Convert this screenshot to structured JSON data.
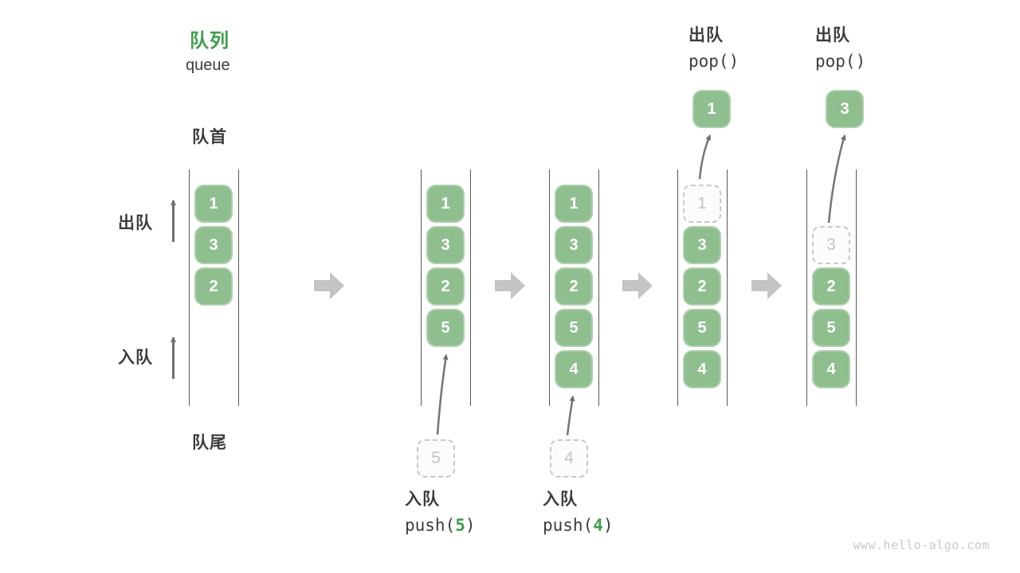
{
  "title": {
    "zh": "队列",
    "en": "queue"
  },
  "side_labels": {
    "front": "队首",
    "dequeue": "出队",
    "enqueue": "入队",
    "rear": "队尾"
  },
  "queue_states": [
    {
      "cells": [
        {
          "value": "1"
        },
        {
          "value": "3"
        },
        {
          "value": "2"
        }
      ]
    },
    {
      "cells": [
        {
          "value": "1"
        },
        {
          "value": "3"
        },
        {
          "value": "2"
        },
        {
          "value": "5"
        }
      ],
      "incoming": {
        "value": "5"
      },
      "op": {
        "label": "入队",
        "fn": "push(",
        "arg": "5",
        "close": ")"
      }
    },
    {
      "cells": [
        {
          "value": "1"
        },
        {
          "value": "3"
        },
        {
          "value": "2"
        },
        {
          "value": "5"
        },
        {
          "value": "4"
        }
      ],
      "incoming": {
        "value": "4"
      },
      "op": {
        "label": "入队",
        "fn": "push(",
        "arg": "4",
        "close": ")"
      }
    },
    {
      "cells": [
        {
          "value": "1",
          "ghost": true
        },
        {
          "value": "3"
        },
        {
          "value": "2"
        },
        {
          "value": "5"
        },
        {
          "value": "4"
        }
      ],
      "popped": {
        "value": "1"
      },
      "op": {
        "label": "出队",
        "fn": "pop()"
      }
    },
    {
      "cells": [
        {
          "value": "3",
          "ghost": true
        },
        {
          "value": "2"
        },
        {
          "value": "5"
        },
        {
          "value": "4"
        }
      ],
      "popped": {
        "value": "3"
      },
      "op": {
        "label": "出队",
        "fn": "pop()"
      }
    }
  ],
  "watermark": "www.hello-algo.com",
  "colors": {
    "box_green": "#8fbe8f",
    "accent_green": "#3f9e4d",
    "ghost_border": "#c9c9c9",
    "ghost_text": "#c4c4c4",
    "dark_text": "#3c3c3c",
    "column_line": "#585858",
    "block_arrow": "#c4c4c4",
    "thin_arrow": "#6e6e6e",
    "watermark": "#c9c9c9"
  }
}
